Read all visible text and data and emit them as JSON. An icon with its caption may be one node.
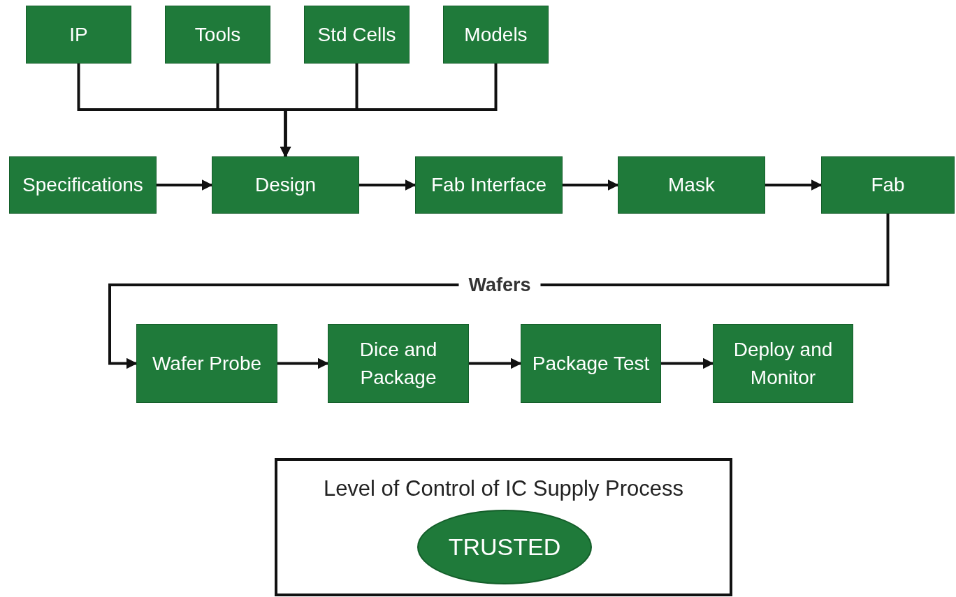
{
  "diagram": {
    "nodes": [
      {
        "text": [
          "IP"
        ]
      },
      {
        "text": [
          "Tools"
        ]
      },
      {
        "text": [
          "Std Cells"
        ]
      },
      {
        "text": [
          "Models"
        ]
      },
      {
        "text": [
          "Specifications"
        ]
      },
      {
        "text": [
          "Design"
        ]
      },
      {
        "text": [
          "Fab Interface"
        ]
      },
      {
        "text": [
          "Mask"
        ]
      },
      {
        "text": [
          "Fab"
        ]
      },
      {
        "text": [
          "Wafer Probe"
        ]
      },
      {
        "text": [
          "Dice and Package"
        ]
      },
      {
        "text": [
          "Package Test"
        ]
      },
      {
        "text": [
          "Deploy and Monitor"
        ]
      },
      {
        "text": [
          "Level of Control of IC Supply Process"
        ]
      },
      {
        "text": [
          "TRUSTED"
        ],
        "in": 13
      }
    ],
    "edges": [
      {
        "from": 0,
        "to": 5,
        "arrow": "to"
      },
      {
        "from": 1,
        "to": 5,
        "arrow": "to"
      },
      {
        "from": 2,
        "to": 5,
        "arrow": "to"
      },
      {
        "from": 3,
        "to": 5,
        "arrow": "to"
      },
      {
        "from": 4,
        "to": 5,
        "arrow": "to"
      },
      {
        "from": 5,
        "to": 6,
        "arrow": "to"
      },
      {
        "from": 6,
        "to": 7,
        "arrow": "to"
      },
      {
        "from": 7,
        "to": 8,
        "arrow": "to"
      },
      {
        "from": 8,
        "to": 9,
        "label": "Wafers",
        "arrow": "to"
      },
      {
        "from": 9,
        "to": 10,
        "arrow": "to"
      },
      {
        "from": 10,
        "to": 11,
        "arrow": "to"
      },
      {
        "from": 11,
        "to": 12,
        "arrow": "to"
      }
    ]
  }
}
